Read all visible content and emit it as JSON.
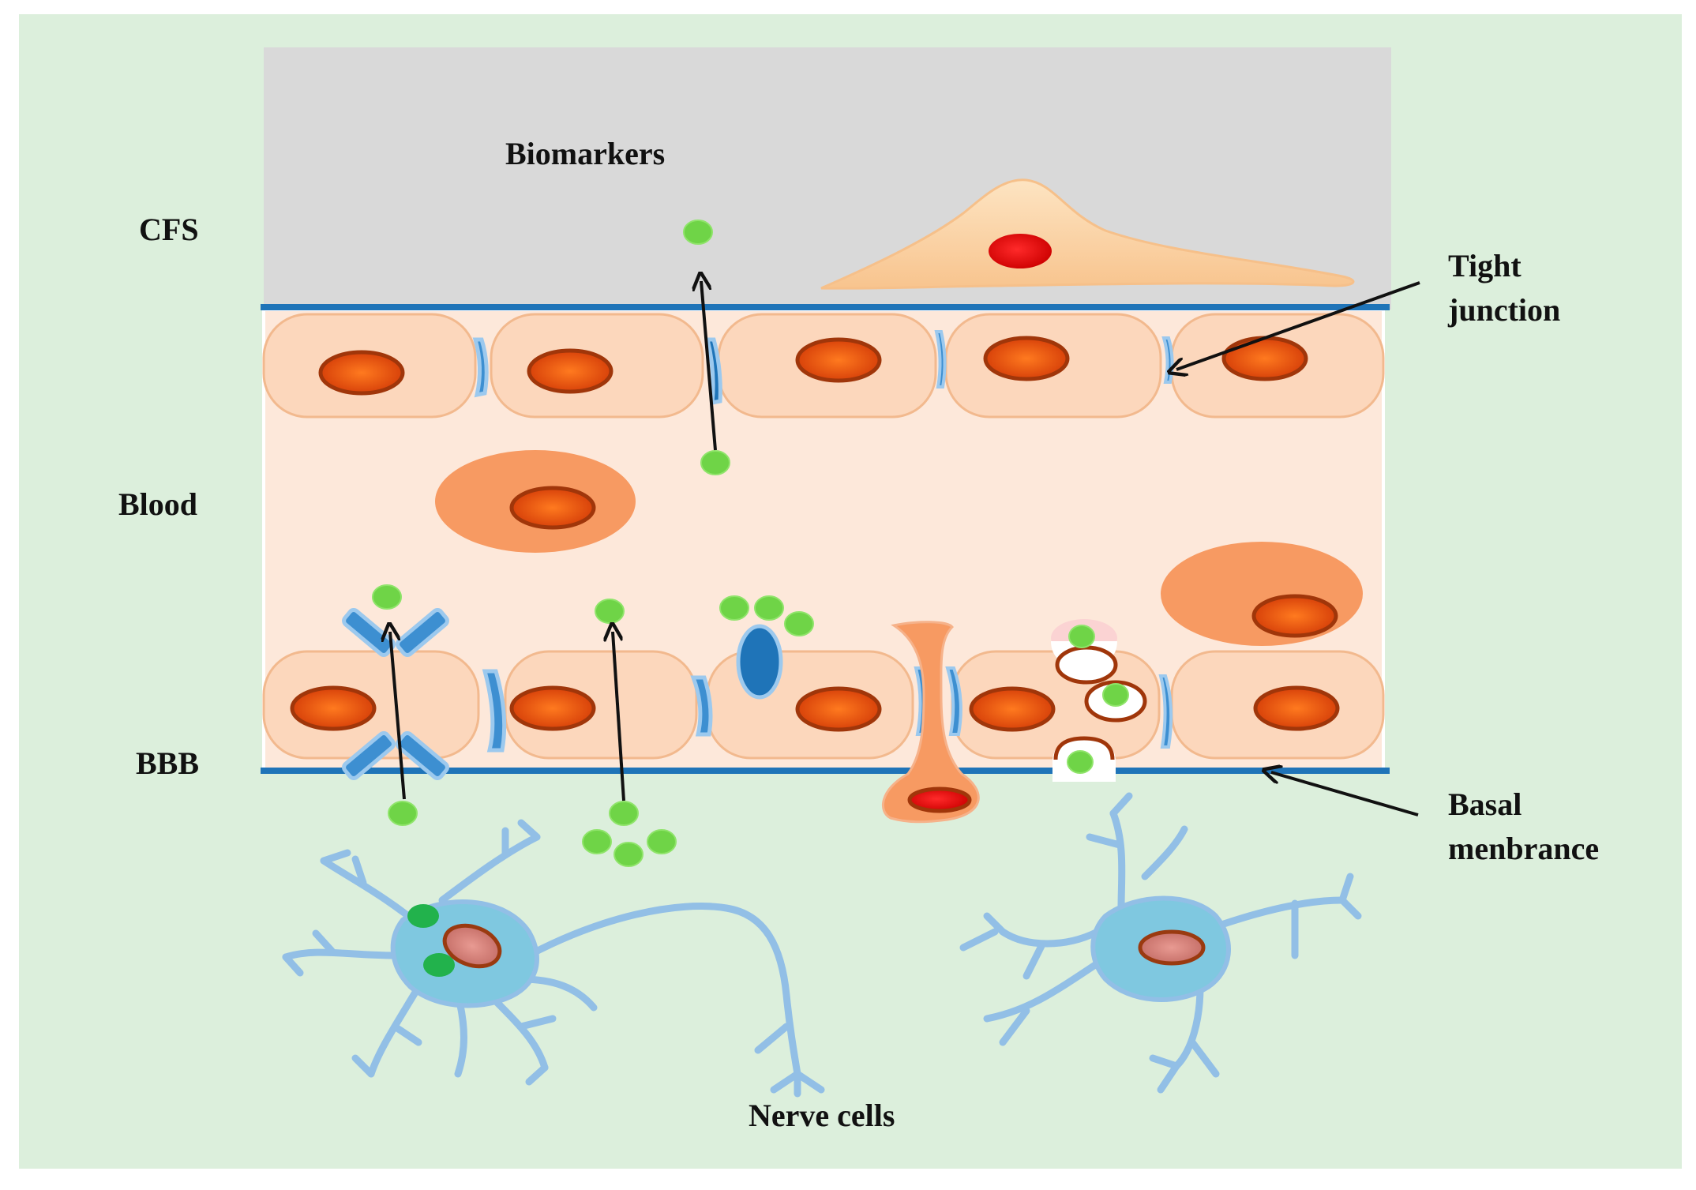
{
  "labels": {
    "biomarkers": "Biomarkers",
    "cfs": "CFS",
    "blood": "Blood",
    "bbb": "BBB",
    "tight_junction_line1": "Tight",
    "tight_junction_line2": "junction",
    "basal_line1": "Basal",
    "basal_line2": "menbrance",
    "nerve_cells": "Nerve cells"
  },
  "colors": {
    "background": "#dcefdc",
    "csf_region": "#d9d9d9",
    "blood_region": "#fde8da",
    "endothelial_cell": "#fcd7bc",
    "cell_border": "#f2b98e",
    "nucleus": "#e2540a",
    "nucleus_ring": "#a0360a",
    "membrane": "#1f74b8",
    "junction": "#3d8fd1",
    "biomarker": "#6fd447",
    "neuron": "#7fc8e0",
    "neuron_dendrite": "#92bfe6",
    "pericyte": "#f79a62",
    "astrocyte": "#fbd3a6",
    "arrow": "#111111"
  }
}
